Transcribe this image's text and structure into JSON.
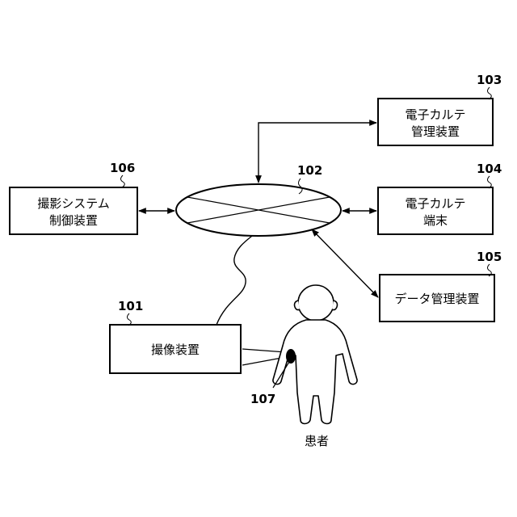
{
  "nodes": {
    "n102": {
      "ref": "102"
    },
    "n103": {
      "ref": "103",
      "line1": "電子カルテ",
      "line2": "管理装置"
    },
    "n104": {
      "ref": "104",
      "line1": "電子カルテ",
      "line2": "端末"
    },
    "n105": {
      "ref": "105",
      "line1": "データ管理装置"
    },
    "n106": {
      "ref": "106",
      "line1": "撮影システム",
      "line2": "制御装置"
    },
    "n101": {
      "ref": "101",
      "line1": "撮像装置"
    },
    "n107": {
      "ref": "107"
    },
    "patient": {
      "label": "患者"
    }
  }
}
